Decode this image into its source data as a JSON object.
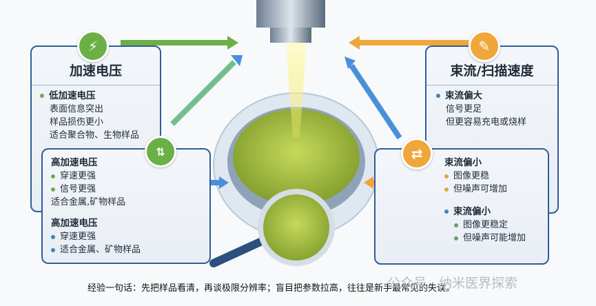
{
  "left": {
    "title": "加速电压",
    "low": {
      "heading": "低加速电压",
      "lines": [
        "表面信息突出",
        "样品损伤更小",
        "适合聚合物、生物样品"
      ]
    },
    "high1": {
      "heading": "高加速电压",
      "bullets": [
        "穿速更强",
        "信号更强"
      ],
      "note": "适合金属,矿物样品"
    },
    "high2": {
      "heading": "高加速电压",
      "bullets": [
        "穿速更强",
        "适合金属、矿物样品"
      ]
    }
  },
  "right": {
    "title": "束流/扫描速度",
    "large": {
      "heading": "束流偏大",
      "lines": [
        "信号更足",
        "但更容易充电或烧样"
      ]
    },
    "small1": {
      "heading": "束流偏小",
      "bullets": [
        "图像更稳",
        "但噪声可增加"
      ]
    },
    "small2": {
      "heading": "束流偏小",
      "bullets": [
        "图像更稳定",
        "但噪声可能增加"
      ]
    }
  },
  "footer": "经验一句话：先把样品看清，再谈极限分辨率；盲目把参数拉高，往往是新手最常见的失误。",
  "watermark": "公众号 · 纳米医界探索",
  "colors": {
    "green": "#6bb047",
    "orange": "#f0a63a",
    "blue": "#2f5d96",
    "arrow_blue": "#4a8fd8"
  }
}
